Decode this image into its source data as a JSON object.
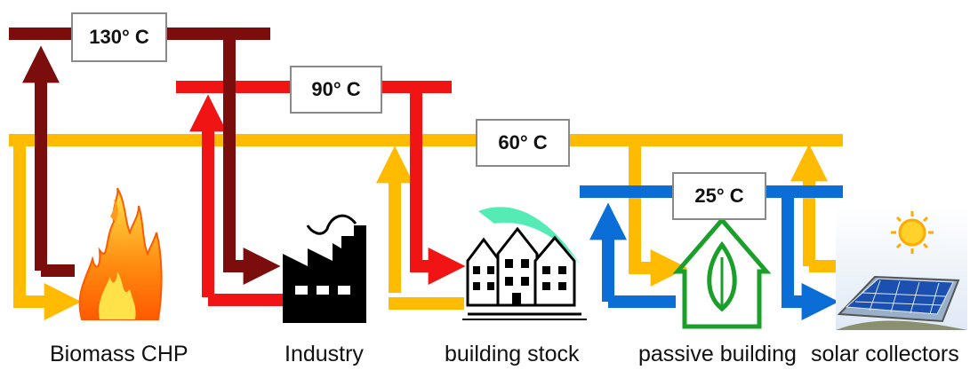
{
  "temperature_levels": {
    "t130": "130° C",
    "t90": "90° C",
    "t60": "60° C",
    "t25": "25° C"
  },
  "nodes": {
    "biomass_chp": "Biomass CHP",
    "industry": "Industry",
    "building_stock": "building stock",
    "passive_building": "passive building",
    "solar_collectors": "solar collectors"
  },
  "colors": {
    "line_130": "#7b0d0d",
    "line_90": "#f01414",
    "line_60": "#ffbb00",
    "line_25": "#0a6ed6",
    "passive_house_outline": "#1aa02a"
  }
}
